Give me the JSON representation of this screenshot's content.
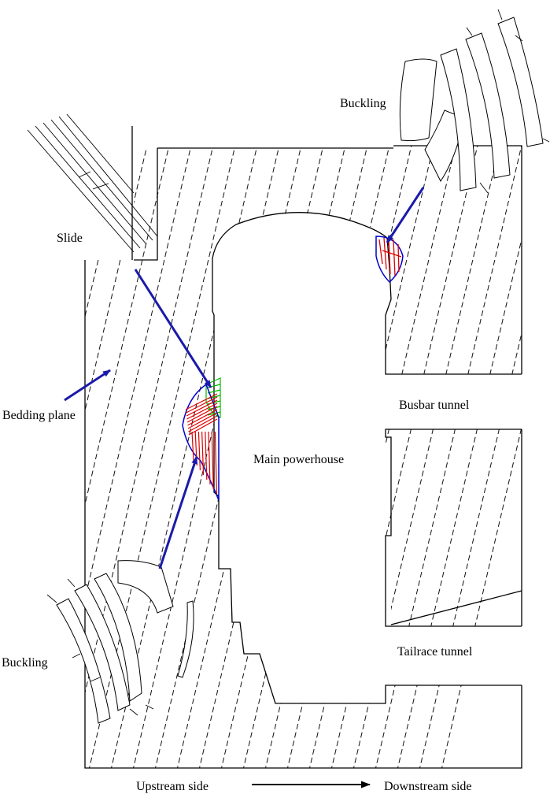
{
  "labels": {
    "buckling_top": "Buckling",
    "buckling_bottom": "Buckling",
    "slide": "Slide",
    "bedding_plane": "Bedding plane",
    "busbar_tunnel": "Busbar tunnel",
    "main_powerhouse": "Main powerhouse",
    "tailrace_tunnel": "Tailrace tunnel",
    "upstream_side": "Upstream side",
    "downstream_side": "Downstream side"
  },
  "colors": {
    "arrow": "#1a1aaa",
    "shear_zone": "#e00000",
    "slide_zone": "#00bb00",
    "zone_outline": "#0000cc",
    "line": "#000000"
  }
}
